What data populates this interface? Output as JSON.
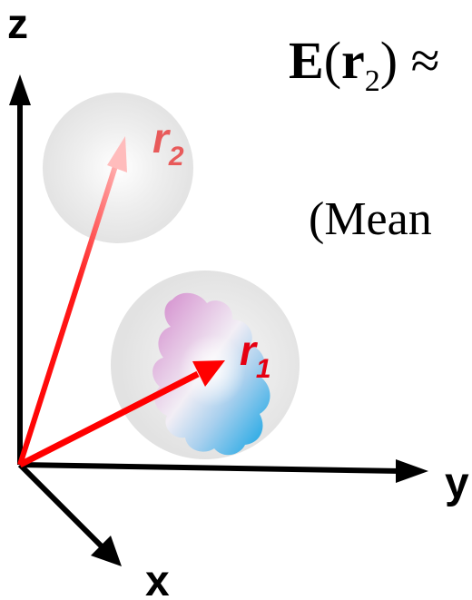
{
  "axes": {
    "z_label": "z",
    "y_label": "y",
    "x_label": "x"
  },
  "vectors": {
    "r1": {
      "letter": "r",
      "subscript": "1",
      "color": "#e60012"
    },
    "r2": {
      "letter": "r",
      "subscript": "2",
      "color": "#e85a5a"
    }
  },
  "equation": {
    "bold_E": "E",
    "open_paren": "(",
    "bold_r": "r",
    "subscript": "2",
    "close_paren_approx": ") ≈"
  },
  "caption": "(Mean",
  "colors": {
    "arrow": "#ff0000",
    "axis": "#000000",
    "sphere": "#e6e6e6",
    "blob_pink": "#d8a0d6",
    "blob_blue": "#4fb6e6"
  }
}
